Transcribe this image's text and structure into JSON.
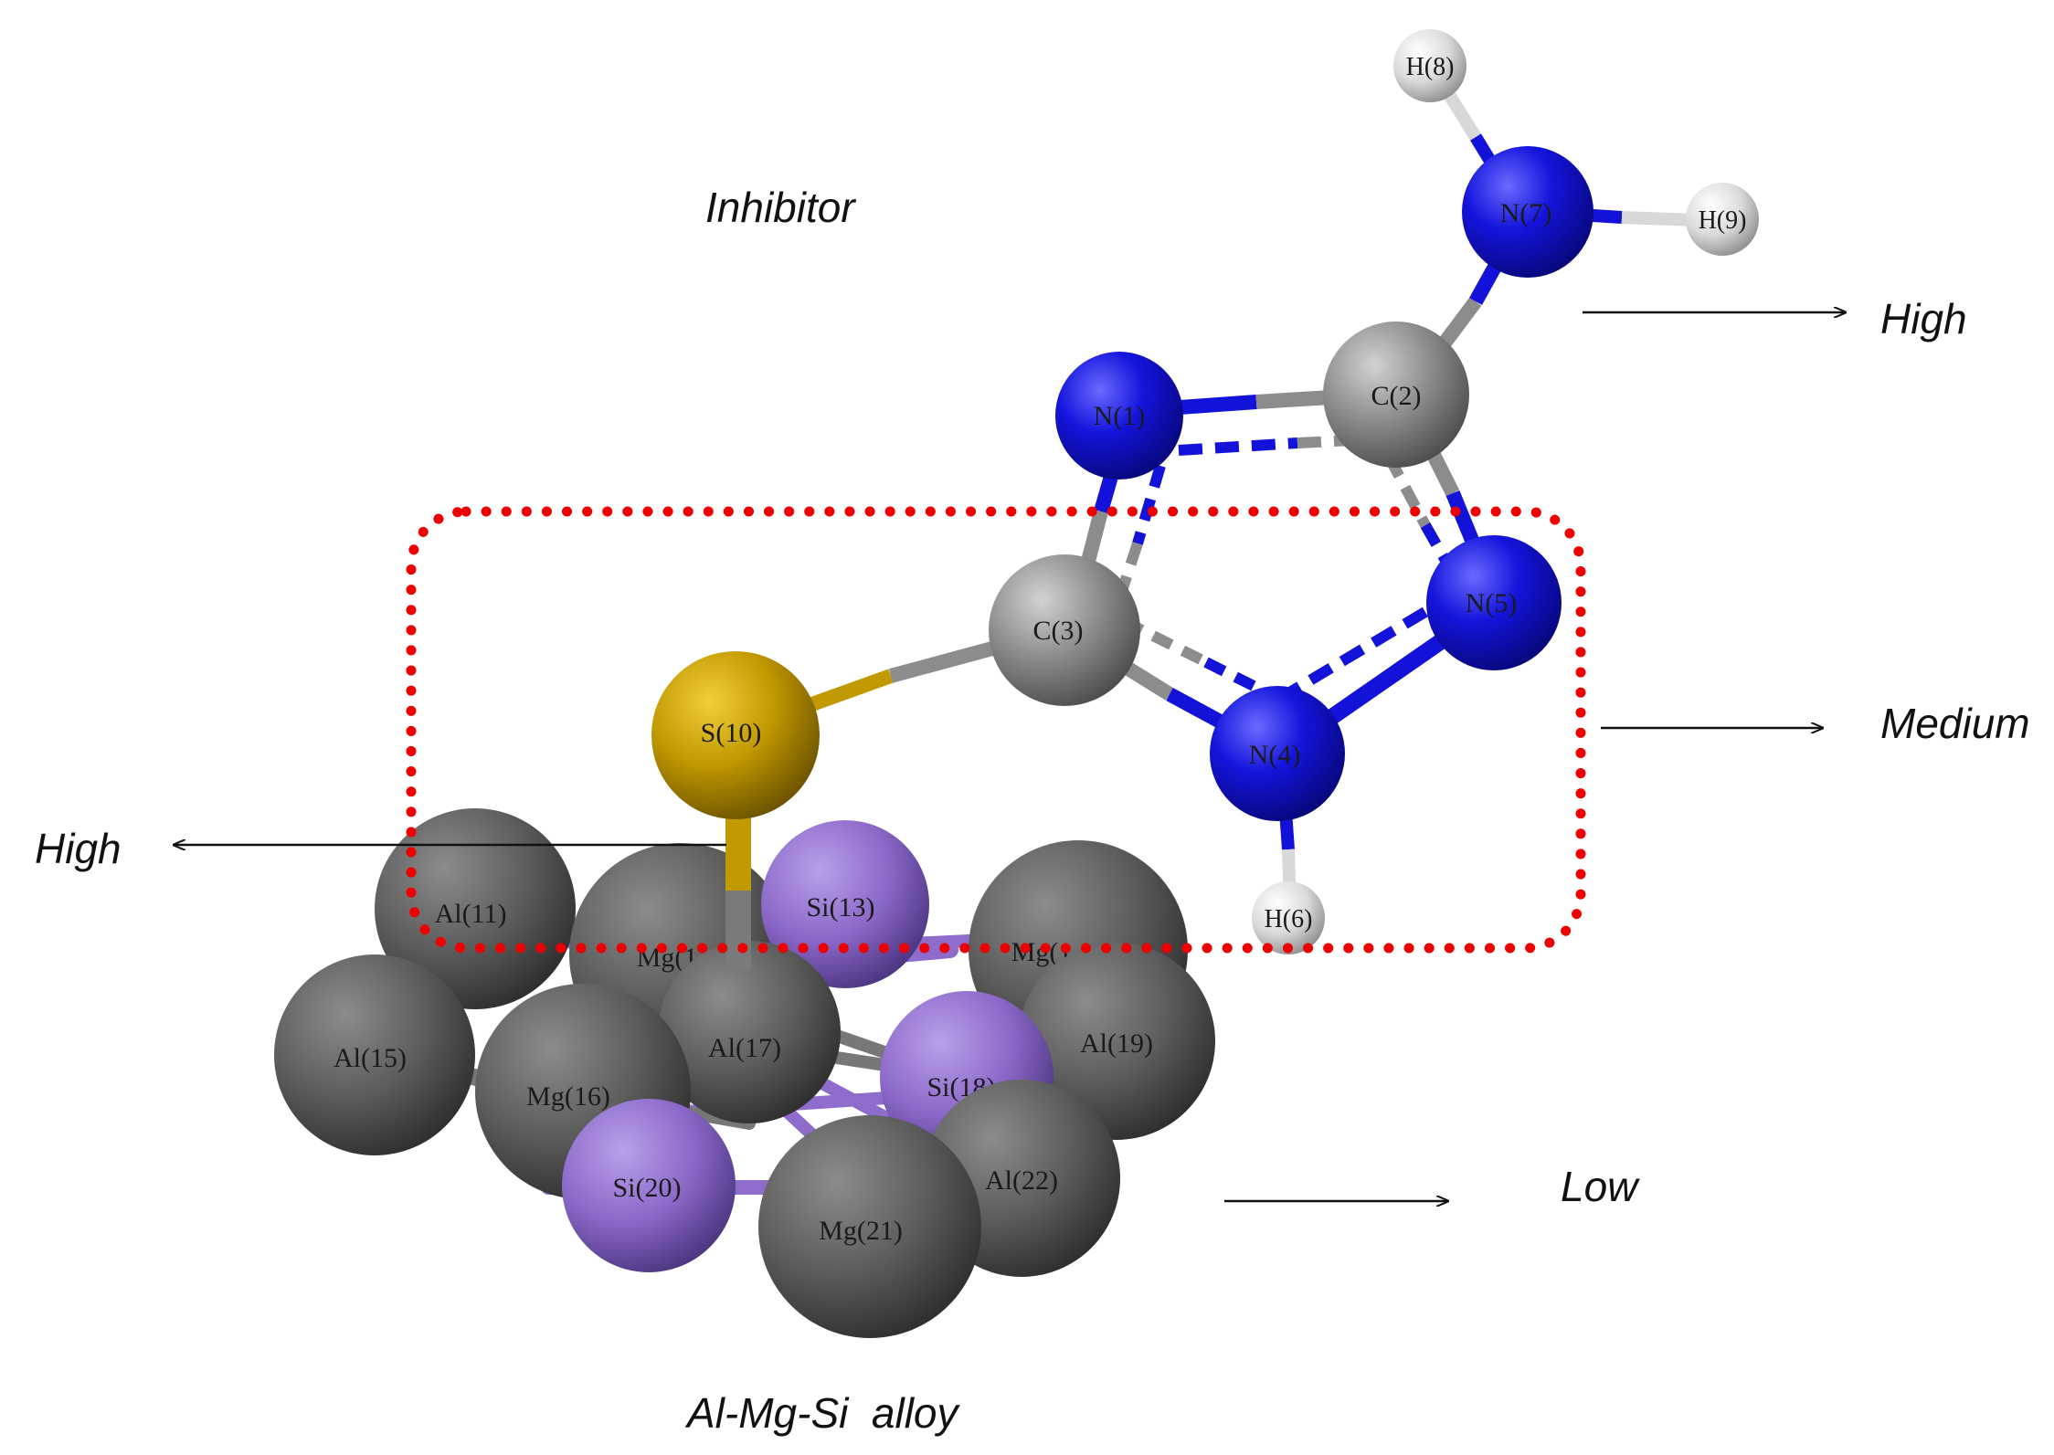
{
  "colors": {
    "nitrogen": "#1212d8",
    "carbon": "#8c8c8c",
    "hydrogen": "#d8d8d8",
    "sulfur": "#c09a00",
    "aluminium": "#5f5f5f",
    "magnesium": "#5f5f5f",
    "silicon": "#8e6ccc",
    "highlight_box": "#ee0000",
    "arrow": "#111111"
  },
  "labels": {
    "inhibitor": "Inhibitor",
    "alloy": "Al-Mg-Si  alloy",
    "high_top": "High",
    "medium": "Medium",
    "high_left": "High",
    "low": "Low"
  },
  "atoms": {
    "n1": "N(1)",
    "c2": "C(2)",
    "c3": "C(3)",
    "n4": "N(4)",
    "n5": "N(5)",
    "h6": "H(6)",
    "n7": "N(7)",
    "h8": "H(8)",
    "h9": "H(9)",
    "s10": "S(10)",
    "al11": "Al(11)",
    "mg12": "Mg(1",
    "si13": "Si(13)",
    "mg14": "Mg(1",
    "al15": "Al(15)",
    "mg16": "Mg(16)",
    "al17": "Al(17)",
    "si18": "Si(18)",
    "al19": "Al(19)",
    "si20": "Si(20)",
    "mg21": "Mg(21)",
    "al22": "Al(22)"
  }
}
